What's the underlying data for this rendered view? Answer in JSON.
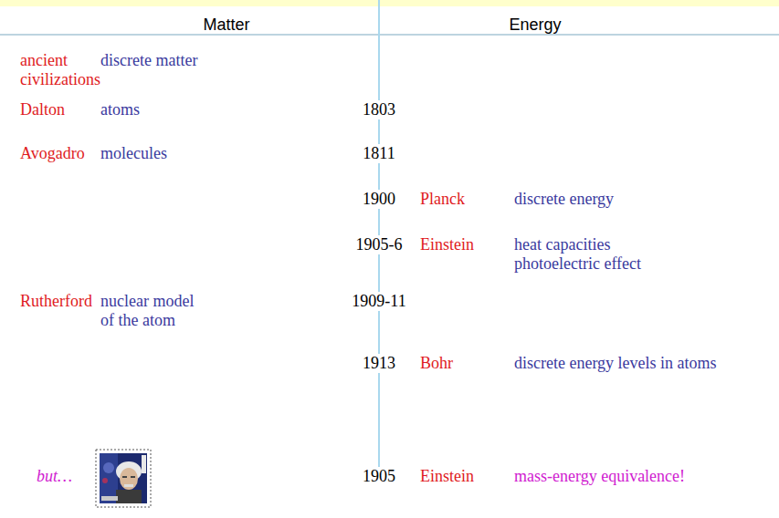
{
  "diagram": {
    "labels": [
      "Matter",
      "Energy",
      "ancient civilizations",
      "discrete matter",
      "Dalton",
      "atoms",
      "1803",
      "Avogadro",
      "molecules",
      "1811",
      "1900",
      "Planck",
      "discrete energy",
      "1905-6",
      "Einstein",
      "heat capacities photoelectric effect",
      "Rutherford",
      "nuclear model of the atom",
      "1909-11",
      "1913",
      "Bohr",
      "discrete energy levels in atoms",
      "but…",
      "1905",
      "Einstein",
      "mass-energy equivalence!"
    ]
  }
}
